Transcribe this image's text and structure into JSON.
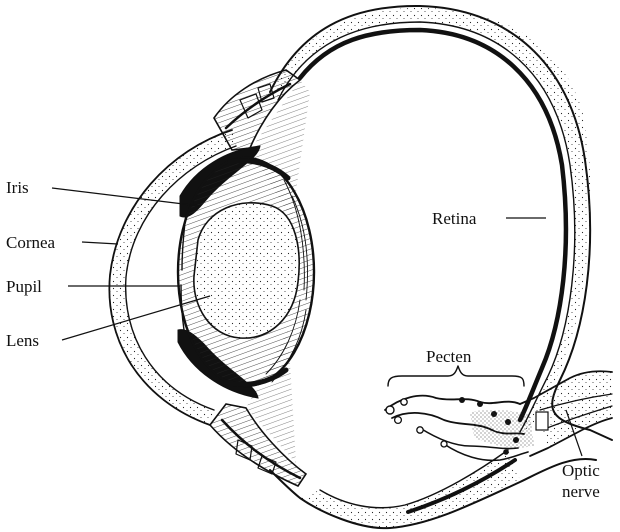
{
  "labels": {
    "iris": "Iris",
    "cornea": "Cornea",
    "pupil": "Pupil",
    "lens": "Lens",
    "retina": "Retina",
    "pecten": "Pecten",
    "optic_nerve_line1": "Optic",
    "optic_nerve_line2": "nerve"
  },
  "colors": {
    "ink": "#111111",
    "paper": "#ffffff"
  }
}
